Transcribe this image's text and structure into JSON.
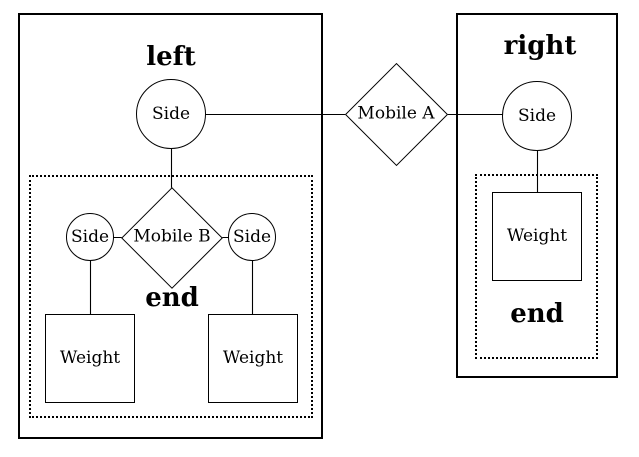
{
  "figure": {
    "left_panel": {
      "title": "left",
      "side": "Side",
      "end_panel": {
        "title": "end",
        "mobile": "Mobile B",
        "side_left": "Side",
        "side_right": "Side",
        "weight_left": "Weight",
        "weight_right": "Weight"
      }
    },
    "link": {
      "mobile": "Mobile A"
    },
    "right_panel": {
      "title": "right",
      "side": "Side",
      "end_panel": {
        "title": "end",
        "weight": "Weight"
      }
    }
  },
  "colors": {
    "stroke": "#000000",
    "background": "#ffffff"
  }
}
